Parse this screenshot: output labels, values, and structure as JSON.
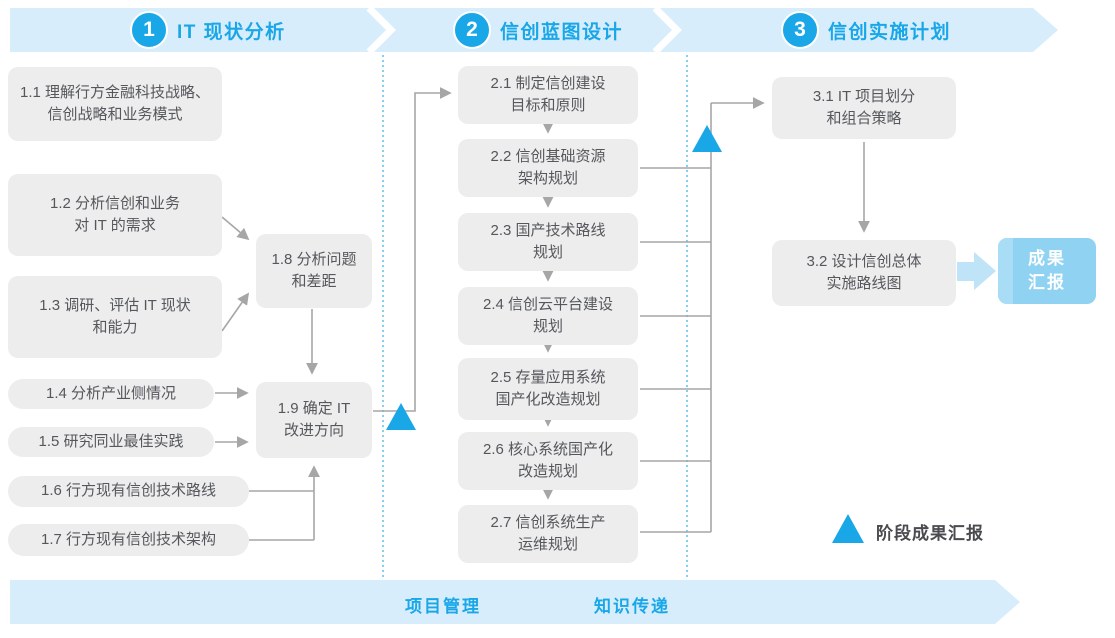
{
  "phases": [
    {
      "number": "1",
      "title": "IT 现状分析"
    },
    {
      "number": "2",
      "title": "信创蓝图设计"
    },
    {
      "number": "3",
      "title": "信创实施计划"
    }
  ],
  "boxes": {
    "b1_1": {
      "lines": [
        "1.1 理解行方金融科技战略、",
        "信创战略和业务模式"
      ]
    },
    "b1_2": {
      "lines": [
        "1.2 分析信创和业务",
        "对 IT 的需求"
      ]
    },
    "b1_3": {
      "lines": [
        "1.3 调研、评估 IT 现状",
        "和能力"
      ]
    },
    "b1_4": {
      "lines": [
        "1.4 分析产业侧情况"
      ]
    },
    "b1_5": {
      "lines": [
        "1.5 研究同业最佳实践"
      ]
    },
    "b1_6": {
      "lines": [
        "1.6 行方现有信创技术路线"
      ]
    },
    "b1_7": {
      "lines": [
        "1.7 行方现有信创技术架构"
      ]
    },
    "b1_8": {
      "lines": [
        "1.8 分析问题",
        "和差距"
      ]
    },
    "b1_9": {
      "lines": [
        "1.9 确定 IT",
        "改进方向"
      ]
    },
    "b2_1": {
      "lines": [
        "2.1 制定信创建设",
        "目标和原则"
      ]
    },
    "b2_2": {
      "lines": [
        "2.2 信创基础资源",
        "架构规划"
      ]
    },
    "b2_3": {
      "lines": [
        "2.3 国产技术路线",
        "规划"
      ]
    },
    "b2_4": {
      "lines": [
        "2.4 信创云平台建设",
        "规划"
      ]
    },
    "b2_5": {
      "lines": [
        "2.5 存量应用系统",
        "国产化改造规划"
      ]
    },
    "b2_6": {
      "lines": [
        "2.6 核心系统国产化",
        "改造规划"
      ]
    },
    "b2_7": {
      "lines": [
        "2.7 信创系统生产",
        "运维规划"
      ]
    },
    "b3_1": {
      "lines": [
        "3.1 IT 项目划分",
        "和组合策略"
      ]
    },
    "b3_2": {
      "lines": [
        "3.2 设计信创总体",
        "实施路线图"
      ]
    }
  },
  "result_box": {
    "lines": [
      "成果",
      "汇报"
    ]
  },
  "legend": {
    "label": "阶段成果汇报"
  },
  "bottom_bar": {
    "labels": [
      "项目管理",
      "知识传递"
    ]
  },
  "colors": {
    "accent": "#1AA7E8",
    "band": "#D7EDFB",
    "node_bg": "#EDEDEE",
    "node_text": "#55575B",
    "connector": "#A6A6A6",
    "result_bg": "#8FD2F2",
    "result_stripe": "#A9DCF5",
    "result_arrow": "#BFE3F7"
  }
}
